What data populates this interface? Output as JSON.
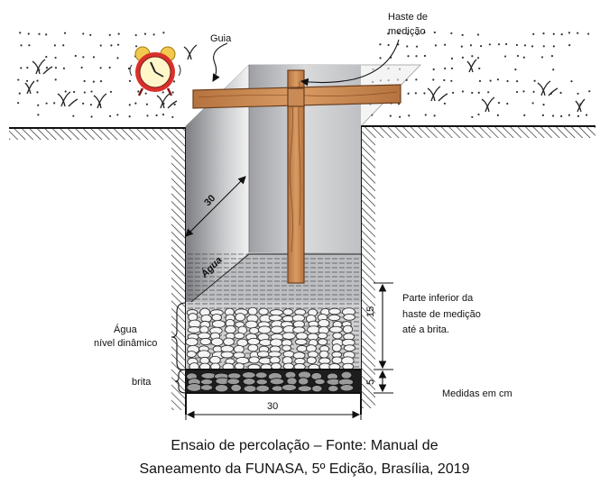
{
  "labels": {
    "guia": "Guia",
    "haste_line1": "Haste de",
    "haste_line2": "medição",
    "dim_30_diag": "30",
    "agua": "Água",
    "agua_nivel_line1": "Água",
    "agua_nivel_line2": "nível dinâmico",
    "brita": "brita",
    "dim_15": "15",
    "dim_5": "5",
    "dim_30_bottom": "30",
    "parte_line1": "Parte  inferior  da",
    "parte_line2": "haste de medição",
    "parte_line3": "até a brita.",
    "medidas": "Medidas em cm"
  },
  "caption": {
    "line1": "Ensaio de percolação – Fonte: Manual de",
    "line2": "Saneamento da FUNASA, 5º Edição, Brasília, 2019"
  },
  "colors": {
    "wood": "#c98a55",
    "wood_edge": "#6b3f1d",
    "wall_dark": "#8a8c90",
    "wall_light": "#e8e9ea",
    "back_wall": "#b7b9bc",
    "clock_red": "#d9302b",
    "clock_face": "#ffd24d"
  },
  "icons": {
    "alarm_clock": "alarm-clock-icon"
  }
}
